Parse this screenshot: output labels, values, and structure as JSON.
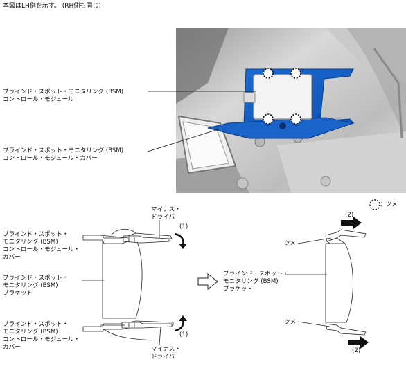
{
  "note": "本図はLH側を示す。 (RH側も同じ)",
  "legend": {
    "claw": "：ツメ"
  },
  "photo_labels": {
    "module": [
      "ブラインド・スポット・モニタリング (BSM)",
      "コントロール・モジュール"
    ],
    "cover": [
      "ブラインド・スポット・モニタリング (BSM)",
      "コントロール・モジュール・カバー"
    ]
  },
  "left_diagram": {
    "driver_top": [
      "マイナス・",
      "ドライバ"
    ],
    "driver_bottom": [
      "マイナス・",
      "ドライバ"
    ],
    "step1_top": "(1)",
    "step1_bottom": "(1)",
    "cover_top": [
      "ブラインド・スポット・",
      "モニタリング (BSM)",
      "コントロール・モジュール・",
      "カバー"
    ],
    "bracket": [
      "ブラインド・スポット・",
      "モニタリング (BSM)",
      "ブラケット"
    ],
    "cover_bottom": [
      "ブラインド・スポット・",
      "モニタリング (BSM)",
      "コントロール・モジュール・",
      "カバー"
    ]
  },
  "right_diagram": {
    "bracket": [
      "ブラインド・スポット・",
      "モニタリング (BSM)",
      "ブラケット"
    ],
    "claw_top": "ツメ",
    "claw_bottom": "ツメ",
    "step2_top": "(2)",
    "step2_bottom": "(2)"
  }
}
